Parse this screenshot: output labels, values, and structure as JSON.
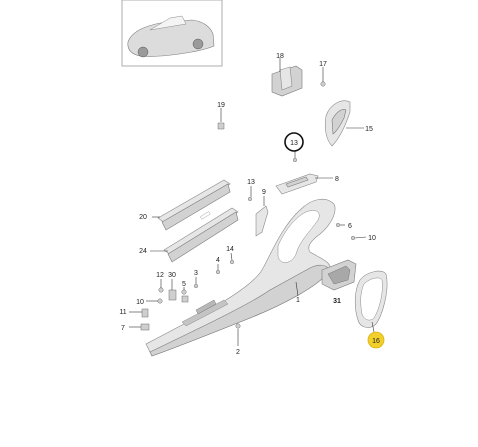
{
  "callouts": [
    {
      "id": "c18",
      "text": "18"
    },
    {
      "id": "c17",
      "text": "17"
    },
    {
      "id": "c19",
      "text": "19"
    },
    {
      "id": "c15",
      "text": "15"
    },
    {
      "id": "c13a",
      "text": "13"
    },
    {
      "id": "c8",
      "text": "8"
    },
    {
      "id": "c13b",
      "text": "13"
    },
    {
      "id": "c9",
      "text": "9"
    },
    {
      "id": "c20",
      "text": "20"
    },
    {
      "id": "c6",
      "text": "6"
    },
    {
      "id": "c10a",
      "text": "10"
    },
    {
      "id": "c24",
      "text": "24"
    },
    {
      "id": "c14",
      "text": "14"
    },
    {
      "id": "c4",
      "text": "4"
    },
    {
      "id": "c12",
      "text": "12"
    },
    {
      "id": "c30",
      "text": "30"
    },
    {
      "id": "c3",
      "text": "3"
    },
    {
      "id": "c5",
      "text": "5"
    },
    {
      "id": "c1",
      "text": "1"
    },
    {
      "id": "c31",
      "text": "31"
    },
    {
      "id": "c10b",
      "text": "10"
    },
    {
      "id": "c11",
      "text": "11"
    },
    {
      "id": "c7",
      "text": "7"
    },
    {
      "id": "c2",
      "text": "2"
    },
    {
      "id": "c16",
      "text": "16"
    }
  ],
  "colors": {
    "highlight": "#f2cf2a",
    "ring": "#111111",
    "lines": "#333333",
    "part_fill": "#e6e6e6"
  }
}
